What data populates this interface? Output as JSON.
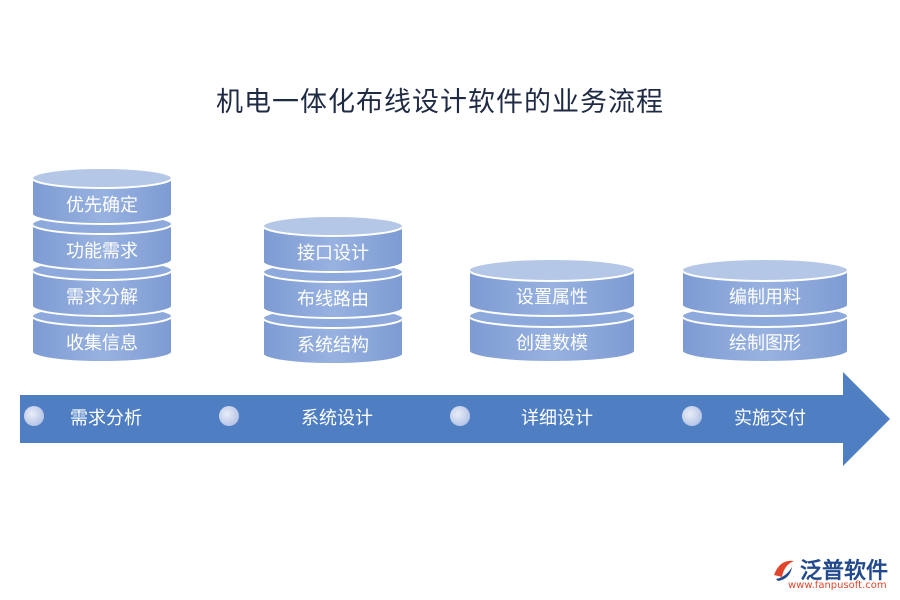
{
  "title": "机电一体化布线设计软件的业务流程",
  "stacks": [
    {
      "items": [
        "优先确定",
        "功能需求",
        "需求分解",
        "收集信息"
      ]
    },
    {
      "items": [
        "接口设计",
        "布线路由",
        "系统结构"
      ]
    },
    {
      "items": [
        "设置属性",
        "创建数模"
      ]
    },
    {
      "items": [
        "编制用料",
        "绘制图形"
      ]
    }
  ],
  "stages": [
    "需求分析",
    "系统设计",
    "详细设计",
    "实施交付"
  ],
  "logo": {
    "name": "泛普软件",
    "url": "www.fanpusoft.com"
  },
  "colors": {
    "cylinder_fill": "#8ea9db",
    "cylinder_top": "#b4c7e7",
    "arrow_fill": "#4f7fc2",
    "circle_fill": "#c9d4ec"
  }
}
